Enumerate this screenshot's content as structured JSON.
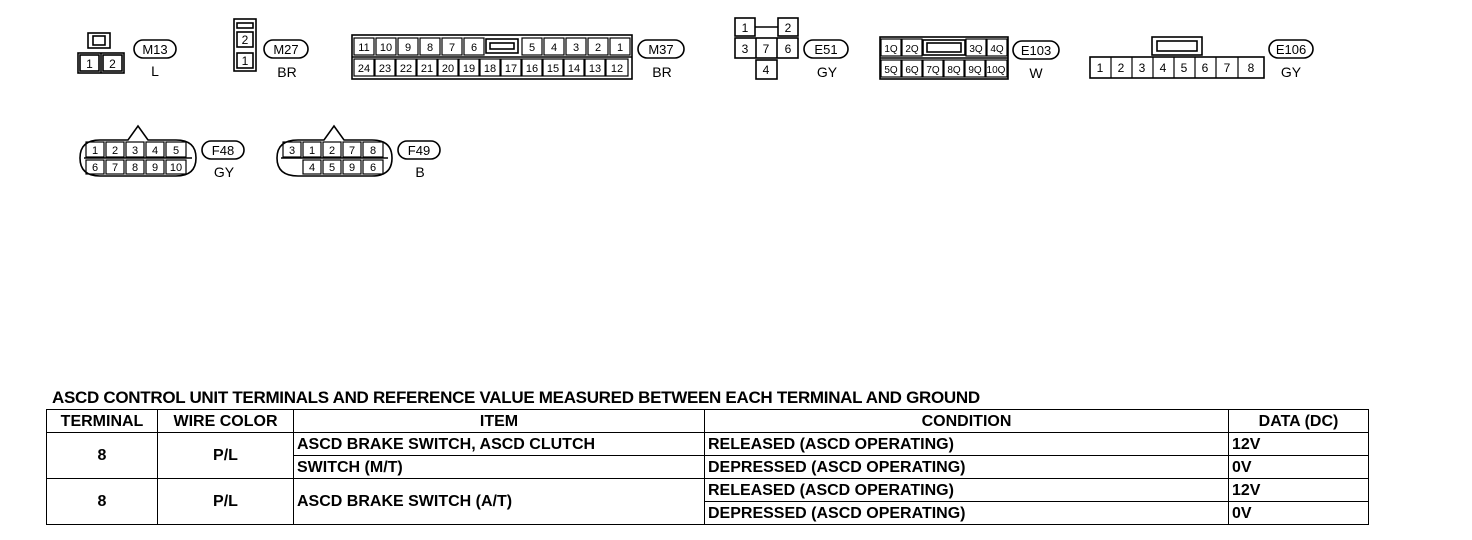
{
  "connectors": [
    {
      "id": "M13",
      "color": "L",
      "pins": [
        "1",
        "2"
      ]
    },
    {
      "id": "M27",
      "color": "BR",
      "pins": [
        "2",
        "1"
      ]
    },
    {
      "id": "M37",
      "color": "BR",
      "pins_top": [
        "11",
        "10",
        "9",
        "8",
        "7",
        "6",
        "5",
        "4",
        "3",
        "2",
        "1"
      ],
      "pins_bottom": [
        "24",
        "23",
        "22",
        "21",
        "20",
        "19",
        "18",
        "17",
        "16",
        "15",
        "14",
        "13",
        "12"
      ]
    },
    {
      "id": "E51",
      "color": "GY",
      "pins": [
        "1",
        "2",
        "3",
        "7",
        "6",
        "4"
      ]
    },
    {
      "id": "E103",
      "color": "W",
      "pins_top": [
        "1Q",
        "2Q",
        "3Q",
        "4Q"
      ],
      "pins_bottom": [
        "5Q",
        "6Q",
        "7Q",
        "8Q",
        "9Q",
        "10Q"
      ]
    },
    {
      "id": "E106",
      "color": "GY",
      "pins": [
        "1",
        "2",
        "3",
        "4",
        "5",
        "6",
        "7",
        "8"
      ]
    },
    {
      "id": "F48",
      "color": "GY",
      "pins_top": [
        "1",
        "2",
        "3",
        "4",
        "5"
      ],
      "pins_bottom": [
        "6",
        "7",
        "8",
        "9",
        "10"
      ]
    },
    {
      "id": "F49",
      "color": "B",
      "pins_top": [
        "3",
        "1",
        "2",
        "7",
        "8"
      ],
      "pins_bottom": [
        "4",
        "5",
        "9",
        "6"
      ]
    }
  ],
  "table": {
    "title": "ASCD CONTROL UNIT TERMINALS AND REFERENCE VALUE MEASURED BETWEEN EACH TERMINAL AND GROUND",
    "headers": [
      "TERMINAL",
      "WIRE COLOR",
      "ITEM",
      "CONDITION",
      "DATA (DC)"
    ],
    "rows": [
      {
        "terminal": "8",
        "wire_color": "P/L",
        "item_line1": "ASCD BRAKE SWITCH, ASCD CLUTCH",
        "item_line2": "SWITCH (M/T)",
        "cond1": "RELEASED (ASCD OPERATING)",
        "data1": "12V",
        "cond2": "DEPRESSED (ASCD OPERATING)",
        "data2": "0V"
      },
      {
        "terminal": "8",
        "wire_color": "P/L",
        "item": "ASCD BRAKE SWITCH (A/T)",
        "cond1": "RELEASED (ASCD OPERATING)",
        "data1": "12V",
        "cond2": "DEPRESSED (ASCD OPERATING)",
        "data2": "0V"
      }
    ]
  }
}
